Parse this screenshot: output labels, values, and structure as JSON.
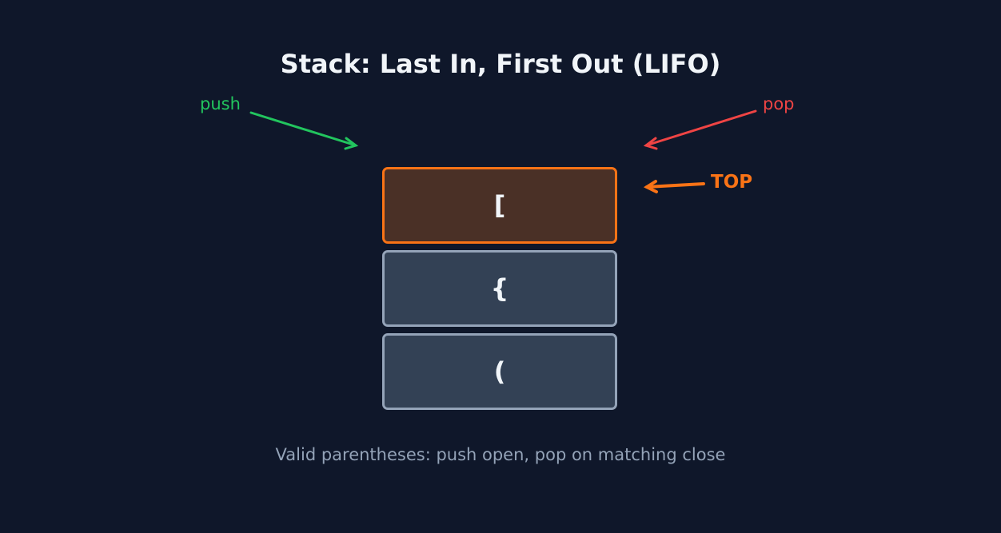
{
  "title": "Stack: Last In, First Out (LIFO)",
  "labels": {
    "push": "push",
    "pop": "pop",
    "top": "TOP"
  },
  "stack": {
    "items": [
      {
        "symbol": "[",
        "is_top": true
      },
      {
        "symbol": "{",
        "is_top": false
      },
      {
        "symbol": "(",
        "is_top": false
      }
    ]
  },
  "caption": "Valid parentheses: push open, pop on matching close",
  "colors": {
    "background": "#0f172a",
    "push": "#22c55e",
    "pop": "#ef4444",
    "top": "#f97316",
    "item_fill": "#334155",
    "item_border": "#94a3b8",
    "top_fill": "#4a3026",
    "text": "#f1f5f9",
    "caption": "#94a3b8"
  }
}
